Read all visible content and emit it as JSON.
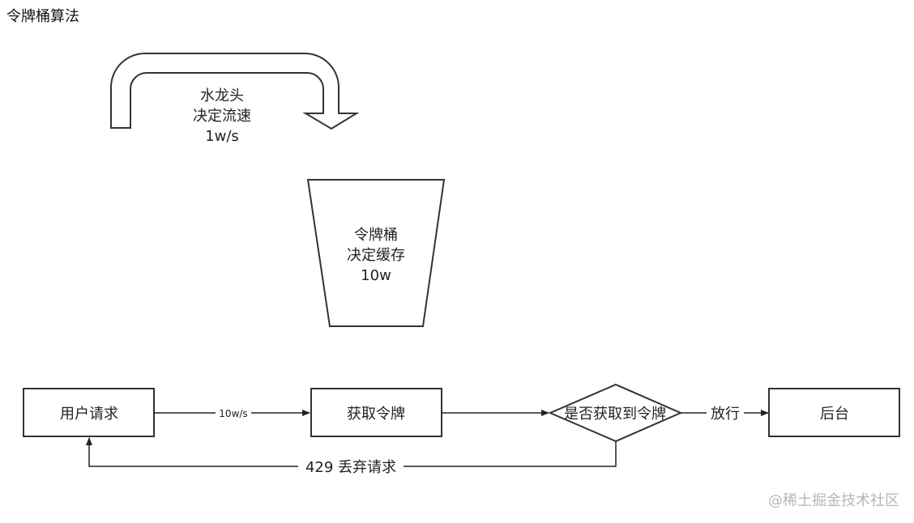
{
  "title": "令牌桶算法",
  "faucet": {
    "lines": [
      "水龙头",
      "决定流速",
      "1w/s"
    ]
  },
  "bucket": {
    "lines": [
      "令牌桶",
      "决定缓存",
      "10w"
    ]
  },
  "nodes": {
    "user_request": "用户请求",
    "get_token": "获取令牌",
    "decision": "是否获取到令牌",
    "backend": "后台"
  },
  "edges": {
    "request_rate": "10w/s",
    "allow": "放行",
    "reject": "429 丢弃请求"
  },
  "watermark": "@稀土掘金技术社区"
}
